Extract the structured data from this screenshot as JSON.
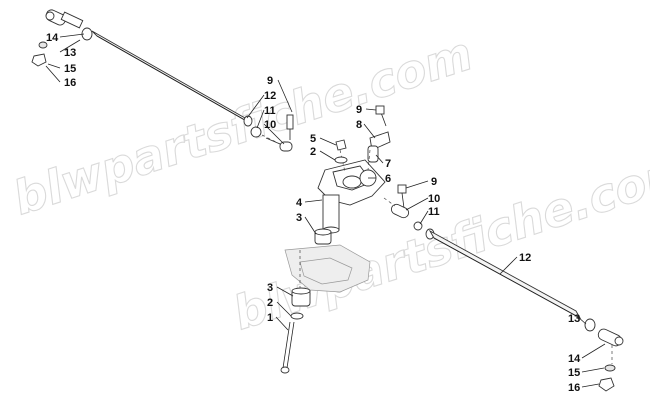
{
  "watermark_text": "blwpartsfiche.com",
  "callouts": [
    {
      "id": "c14a",
      "text": "14"
    },
    {
      "id": "c13a",
      "text": "13"
    },
    {
      "id": "c15a",
      "text": "15"
    },
    {
      "id": "c16a",
      "text": "16"
    },
    {
      "id": "c9a",
      "text": "9"
    },
    {
      "id": "c12a",
      "text": "12"
    },
    {
      "id": "c11a",
      "text": "11"
    },
    {
      "id": "c10a",
      "text": "10"
    },
    {
      "id": "c9b",
      "text": "9"
    },
    {
      "id": "c8",
      "text": "8"
    },
    {
      "id": "c5",
      "text": "5"
    },
    {
      "id": "c2a",
      "text": "2"
    },
    {
      "id": "c7",
      "text": "7"
    },
    {
      "id": "c6",
      "text": "6"
    },
    {
      "id": "c9c",
      "text": "9"
    },
    {
      "id": "c10b",
      "text": "10"
    },
    {
      "id": "c11b",
      "text": "11"
    },
    {
      "id": "c4",
      "text": "4"
    },
    {
      "id": "c3a",
      "text": "3"
    },
    {
      "id": "c12b",
      "text": "12"
    },
    {
      "id": "c3b",
      "text": "3"
    },
    {
      "id": "c2b",
      "text": "2"
    },
    {
      "id": "c1",
      "text": "1"
    },
    {
      "id": "c13b",
      "text": "13"
    },
    {
      "id": "c14b",
      "text": "14"
    },
    {
      "id": "c15b",
      "text": "15"
    },
    {
      "id": "c16b",
      "text": "16"
    }
  ]
}
